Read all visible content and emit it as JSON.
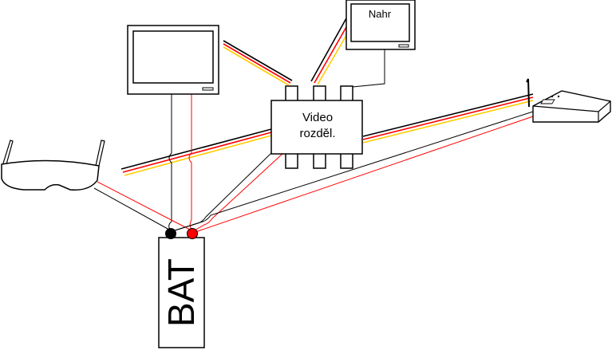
{
  "labels": {
    "video_splitter_line1": "Video",
    "video_splitter_line2": "rozděl.",
    "recorder": "Nahr",
    "battery": "BAT"
  },
  "colors": {
    "wire_negative": "#000000",
    "wire_positive": "#ff0000",
    "video_wire_black": "#000000",
    "video_wire_red": "#ff0000",
    "video_wire_yellow": "#ffcc00",
    "device_fill": "#ffffff",
    "terminal_negative": "#000000",
    "terminal_positive": "#ff0000"
  },
  "icons": {
    "monitor": "monitor-icon",
    "recorder_monitor": "recorder-monitor-icon",
    "fpv_goggles": "fpv-goggles-icon",
    "video_receiver": "video-receiver-icon",
    "video_splitter": "video-splitter-box",
    "battery": "battery-block"
  }
}
